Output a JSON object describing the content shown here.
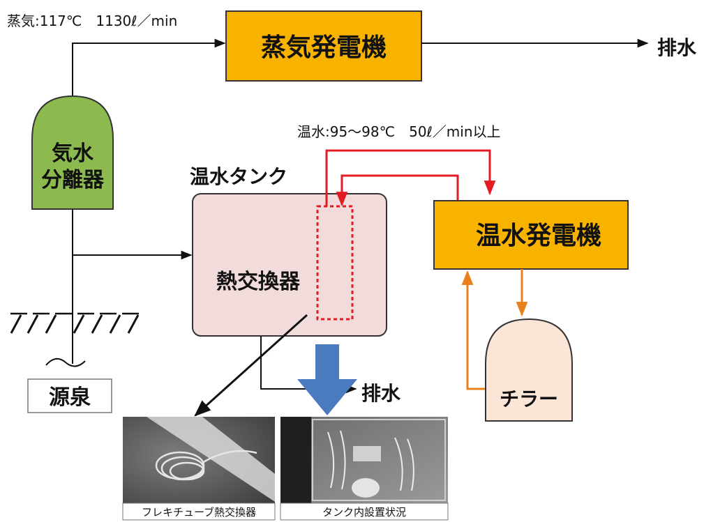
{
  "labels": {
    "steam_info": "蒸気:117℃　1130ℓ／min",
    "hot_water_info": "温水:95～98℃　50ℓ／min以上",
    "hot_water_tank": "温水タンク",
    "drain_top": "排水",
    "drain_bottom": "排水"
  },
  "nodes": {
    "steam_generator": "蒸気発電機",
    "separator_line1": "気水",
    "separator_line2": "分離器",
    "heat_exchanger": "熱交換器",
    "hot_water_generator": "温水発電機",
    "chiller": "チラー",
    "source": "源泉"
  },
  "photos": {
    "left_caption": "フレキチューブ熱交換器",
    "right_caption": "タンク内設置状況"
  },
  "colors": {
    "generator_fill": "#f7b300",
    "separator_fill": "#8cba4e",
    "tank_fill": "#f1dcdb",
    "chiller_fill": "#fbe5d6",
    "hot_loop": "#e31b23",
    "chiller_loop": "#e8801e",
    "blue_arrow": "#4a7bbf"
  }
}
